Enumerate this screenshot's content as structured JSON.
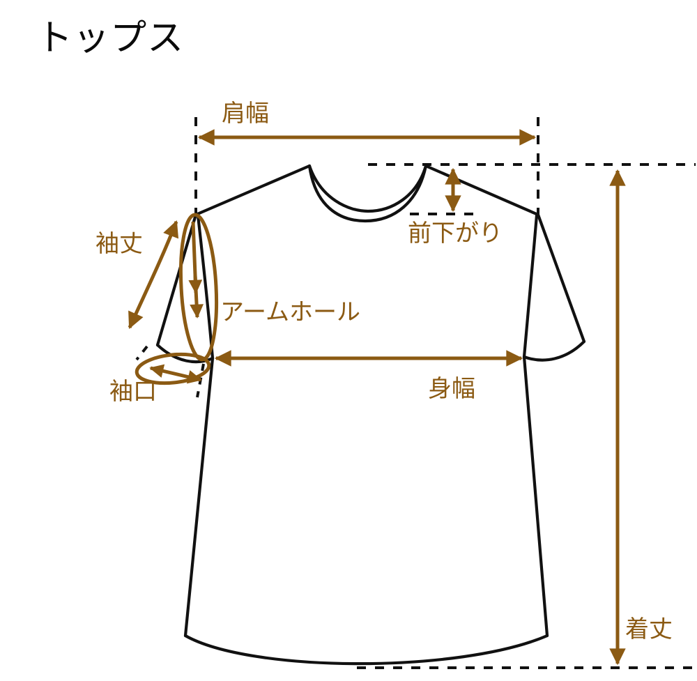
{
  "title": "トップス",
  "theme": {
    "measure_color": "#8b5a13",
    "outline_color": "#111111",
    "guide_color": "#111111",
    "background": "#ffffff"
  },
  "labels": {
    "shoulder_width": "肩幅",
    "front_drop": "前下がり",
    "sleeve_length": "袖丈",
    "armhole": "アームホール",
    "cuff": "袖口",
    "body_width": "身幅",
    "garment_length": "着丈"
  },
  "measurements": [
    {
      "id": "shoulder-width",
      "label": "肩幅",
      "orientation": "horizontal",
      "arrow": "double"
    },
    {
      "id": "front-drop",
      "label": "前下がり",
      "orientation": "vertical",
      "arrow": "double"
    },
    {
      "id": "sleeve-length",
      "label": "袖丈",
      "orientation": "diagonal",
      "arrow": "double"
    },
    {
      "id": "armhole",
      "label": "アームホール",
      "orientation": "loop",
      "arrow": "double"
    },
    {
      "id": "cuff",
      "label": "袖口",
      "orientation": "loop",
      "arrow": "double"
    },
    {
      "id": "body-width",
      "label": "身幅",
      "orientation": "horizontal",
      "arrow": "double"
    },
    {
      "id": "garment-length",
      "label": "着丈",
      "orientation": "vertical",
      "arrow": "double"
    }
  ],
  "garment": {
    "type": "t-shirt",
    "view": "front-flat-lay",
    "features": [
      "crew-neck",
      "short-sleeve",
      "curved-hem"
    ]
  }
}
